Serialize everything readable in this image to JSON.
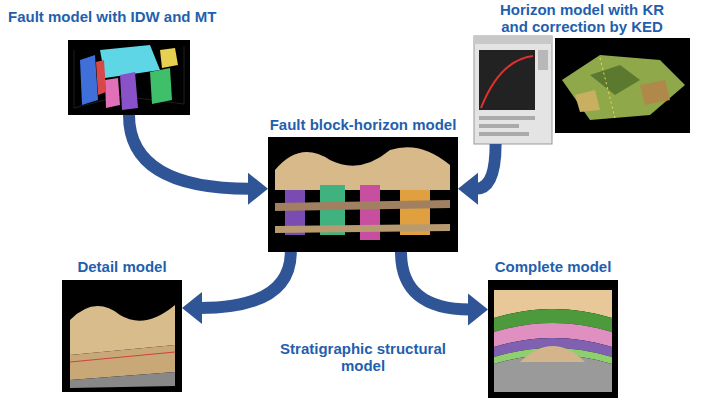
{
  "diagram": {
    "nodes": [
      {
        "text": [
          "Fault model with IDW and MT"
        ]
      },
      {
        "text": [
          "Horizon model with KR and correction by KED"
        ]
      },
      {
        "text": [
          "Fault block-horizon model"
        ]
      },
      {
        "text": [
          "Detail model"
        ]
      },
      {
        "text": [
          "Complete model"
        ]
      }
    ],
    "edges": [
      {
        "from": 0,
        "to": 2,
        "arrow": "to"
      },
      {
        "from": 1,
        "to": 2,
        "arrow": "to"
      },
      {
        "from": 2,
        "to": 3,
        "arrow": "to"
      },
      {
        "from": 2,
        "to": 4,
        "arrow": "to"
      }
    ],
    "labels": [
      "Stratigraphic structural model"
    ]
  }
}
